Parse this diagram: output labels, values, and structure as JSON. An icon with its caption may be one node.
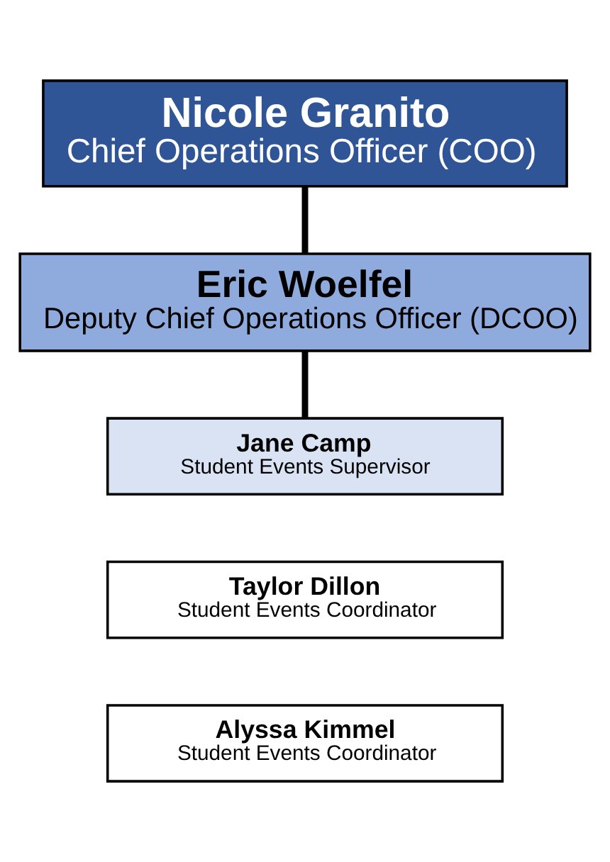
{
  "diagram": {
    "nodes": [
      {
        "text": [
          "Nicole Granito",
          "Chief Operations Officer (COO)"
        ]
      },
      {
        "text": [
          "Eric Woelfel",
          "Deputy Chief Operations Officer (DCOO)"
        ]
      },
      {
        "text": [
          "Jane Camp",
          "Student Events Supervisor"
        ]
      },
      {
        "text": [
          "Taylor Dillon",
          "Student Events Coordinator"
        ]
      },
      {
        "text": [
          "Alyssa Kimmel",
          "Student Events Coordinator"
        ]
      }
    ],
    "edges": [
      {
        "from": 0,
        "to": 1,
        "arrow": "none"
      },
      {
        "from": 1,
        "to": 2,
        "arrow": "none"
      }
    ]
  }
}
